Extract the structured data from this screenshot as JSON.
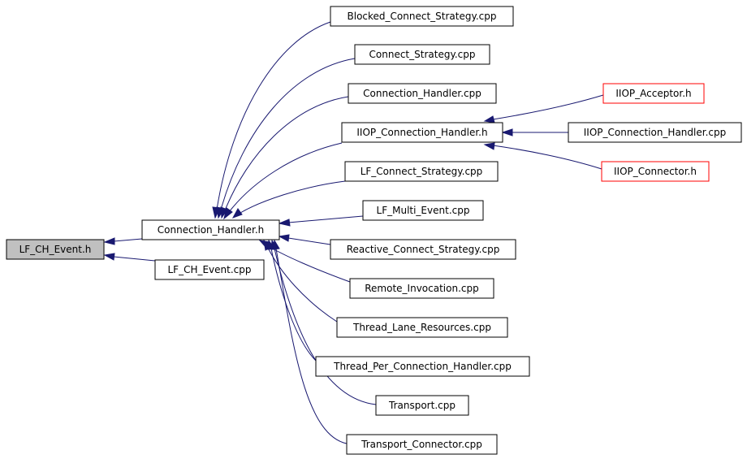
{
  "diagram": {
    "nodes": {
      "lf_ch_event_h": "LF_CH_Event.h",
      "connection_handler_h": "Connection_Handler.h",
      "lf_ch_event_cpp": "LF_CH_Event.cpp",
      "blocked_connect_strategy_cpp": "Blocked_Connect_Strategy.cpp",
      "connect_strategy_cpp": "Connect_Strategy.cpp",
      "connection_handler_cpp": "Connection_Handler.cpp",
      "iiop_connection_handler_h": "IIOP_Connection_Handler.h",
      "lf_connect_strategy_cpp": "LF_Connect_Strategy.cpp",
      "lf_multi_event_cpp": "LF_Multi_Event.cpp",
      "reactive_connect_strategy_cpp": "Reactive_Connect_Strategy.cpp",
      "remote_invocation_cpp": "Remote_Invocation.cpp",
      "thread_lane_resources_cpp": "Thread_Lane_Resources.cpp",
      "thread_per_connection_handler_cpp": "Thread_Per_Connection_Handler.cpp",
      "transport_cpp": "Transport.cpp",
      "transport_connector_cpp": "Transport_Connector.cpp",
      "iiop_acceptor_h": "IIOP_Acceptor.h",
      "iiop_connection_handler_cpp": "IIOP_Connection_Handler.cpp",
      "iiop_connector_h": "IIOP_Connector.h"
    },
    "colors": {
      "edge": "#191970",
      "root_fill": "#c0c0c0",
      "truncated_border": "#ff0000"
    }
  }
}
